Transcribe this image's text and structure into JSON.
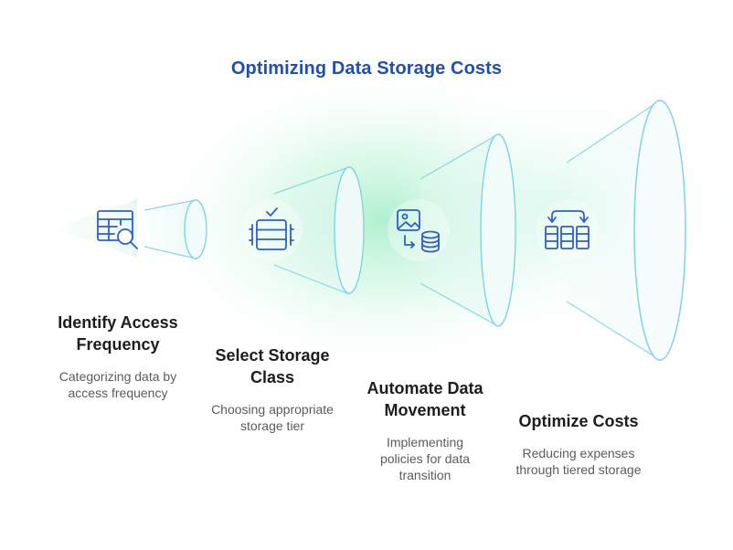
{
  "title": "Optimizing Data Storage Costs",
  "colors": {
    "title": "#1f4fb0",
    "icon": "#2f5fc4",
    "outline": "#7fd6dc",
    "glow": "#7be6b0"
  },
  "steps": [
    {
      "title": "Identify Access Frequency",
      "title_lines": [
        "Identify Access",
        "Frequency"
      ],
      "description": "Categorizing data by access frequency",
      "icon": "table-search-icon"
    },
    {
      "title": "Select Storage Class",
      "title_lines": [
        "Select Storage",
        "Class"
      ],
      "description": "Choosing appropriate storage tier",
      "icon": "storage-stack-check-icon"
    },
    {
      "title": "Automate Data Movement",
      "title_lines": [
        "Automate Data",
        "Movement"
      ],
      "description": "Implementing policies for data transition",
      "icon": "image-to-database-icon"
    },
    {
      "title": "Optimize Costs",
      "title_lines": [
        "Optimize Costs"
      ],
      "description": "Reducing expenses through tiered storage",
      "icon": "tiered-grid-sync-icon"
    }
  ]
}
